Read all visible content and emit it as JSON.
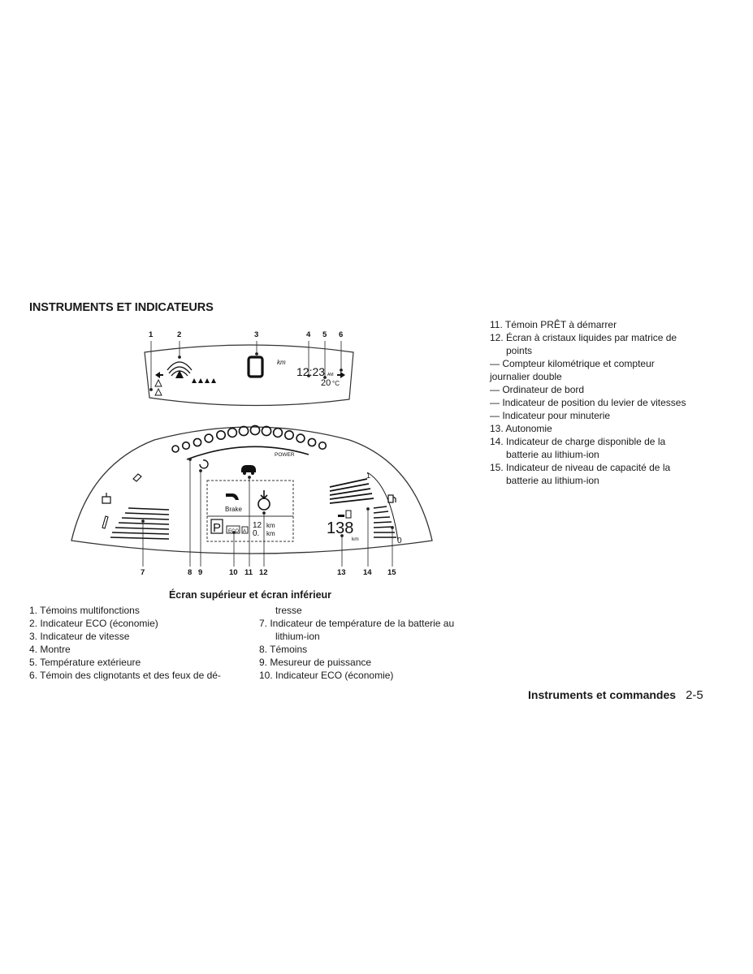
{
  "section_title": "INSTRUMENTS ET INDICATEURS",
  "figure": {
    "callouts_top": [
      "1",
      "2",
      "3",
      "4",
      "5",
      "6"
    ],
    "callouts_bottom": [
      "7",
      "8",
      "9",
      "10",
      "11",
      "12",
      "13",
      "14",
      "15"
    ],
    "upper_display": {
      "unit": "km",
      "clock": "12:23",
      "ampm": "AM",
      "temp": "20",
      "temp_unit": "°C"
    },
    "lower_display": {
      "power_label": "POWER",
      "brake_label": "Brake",
      "gear": "P",
      "eco_tag": "ECO",
      "a_tag": "A",
      "odo_1": "12",
      "odo_2": "0.",
      "km_1": "km",
      "km_2": "km",
      "range": "138",
      "range_unit": "km",
      "gauge_full": "1",
      "gauge_empty": "0"
    },
    "caption": "Écran supérieur et écran inférieur"
  },
  "left_list": [
    {
      "text": "1.  Témoins multifonctions"
    },
    {
      "text": "2.  Indicateur ECO (économie)"
    },
    {
      "text": "3.  Indicateur de vitesse"
    },
    {
      "text": "4.  Montre"
    },
    {
      "text": "5.  Température extérieure"
    },
    {
      "text": "6.  Témoin des clignotants et des feux de dé-"
    }
  ],
  "mid_list": [
    {
      "text": "tresse",
      "indent": true
    },
    {
      "text": "7.  Indicateur de température de la batterie au",
      "indent": false
    },
    {
      "text": "lithium-ion",
      "indent": true
    },
    {
      "text": "8.  Témoins",
      "indent": false
    },
    {
      "text": "9.  Mesureur de puissance",
      "indent": false
    },
    {
      "text": "10.  Indicateur ECO (économie)",
      "indent": false
    }
  ],
  "right_list": [
    {
      "text": "11.  Témoin PRÊT à démarrer",
      "cls": ""
    },
    {
      "text": "12.  Écran à cristaux liquides par matrice de",
      "cls": ""
    },
    {
      "text": "points",
      "cls": "indent"
    },
    {
      "text": " — Compteur kilométrique et compteur",
      "cls": ""
    },
    {
      "text": "journalier double",
      "cls": ""
    },
    {
      "text": "  — Ordinateur de bord",
      "cls": ""
    },
    {
      "text": "  — Indicateur de position du levier de vitesses",
      "cls": ""
    },
    {
      "text": "  — Indicateur pour minuterie",
      "cls": ""
    },
    {
      "text": "13.  Autonomie",
      "cls": ""
    },
    {
      "text": "14.  Indicateur de charge disponible de la",
      "cls": ""
    },
    {
      "text": "batterie au lithium-ion",
      "cls": "indent"
    },
    {
      "text": "15.  Indicateur de niveau de capacité de la",
      "cls": ""
    },
    {
      "text": "batterie au lithium-ion",
      "cls": "indent"
    }
  ],
  "footer": {
    "title": "Instruments et commandes",
    "page": "2-5"
  }
}
